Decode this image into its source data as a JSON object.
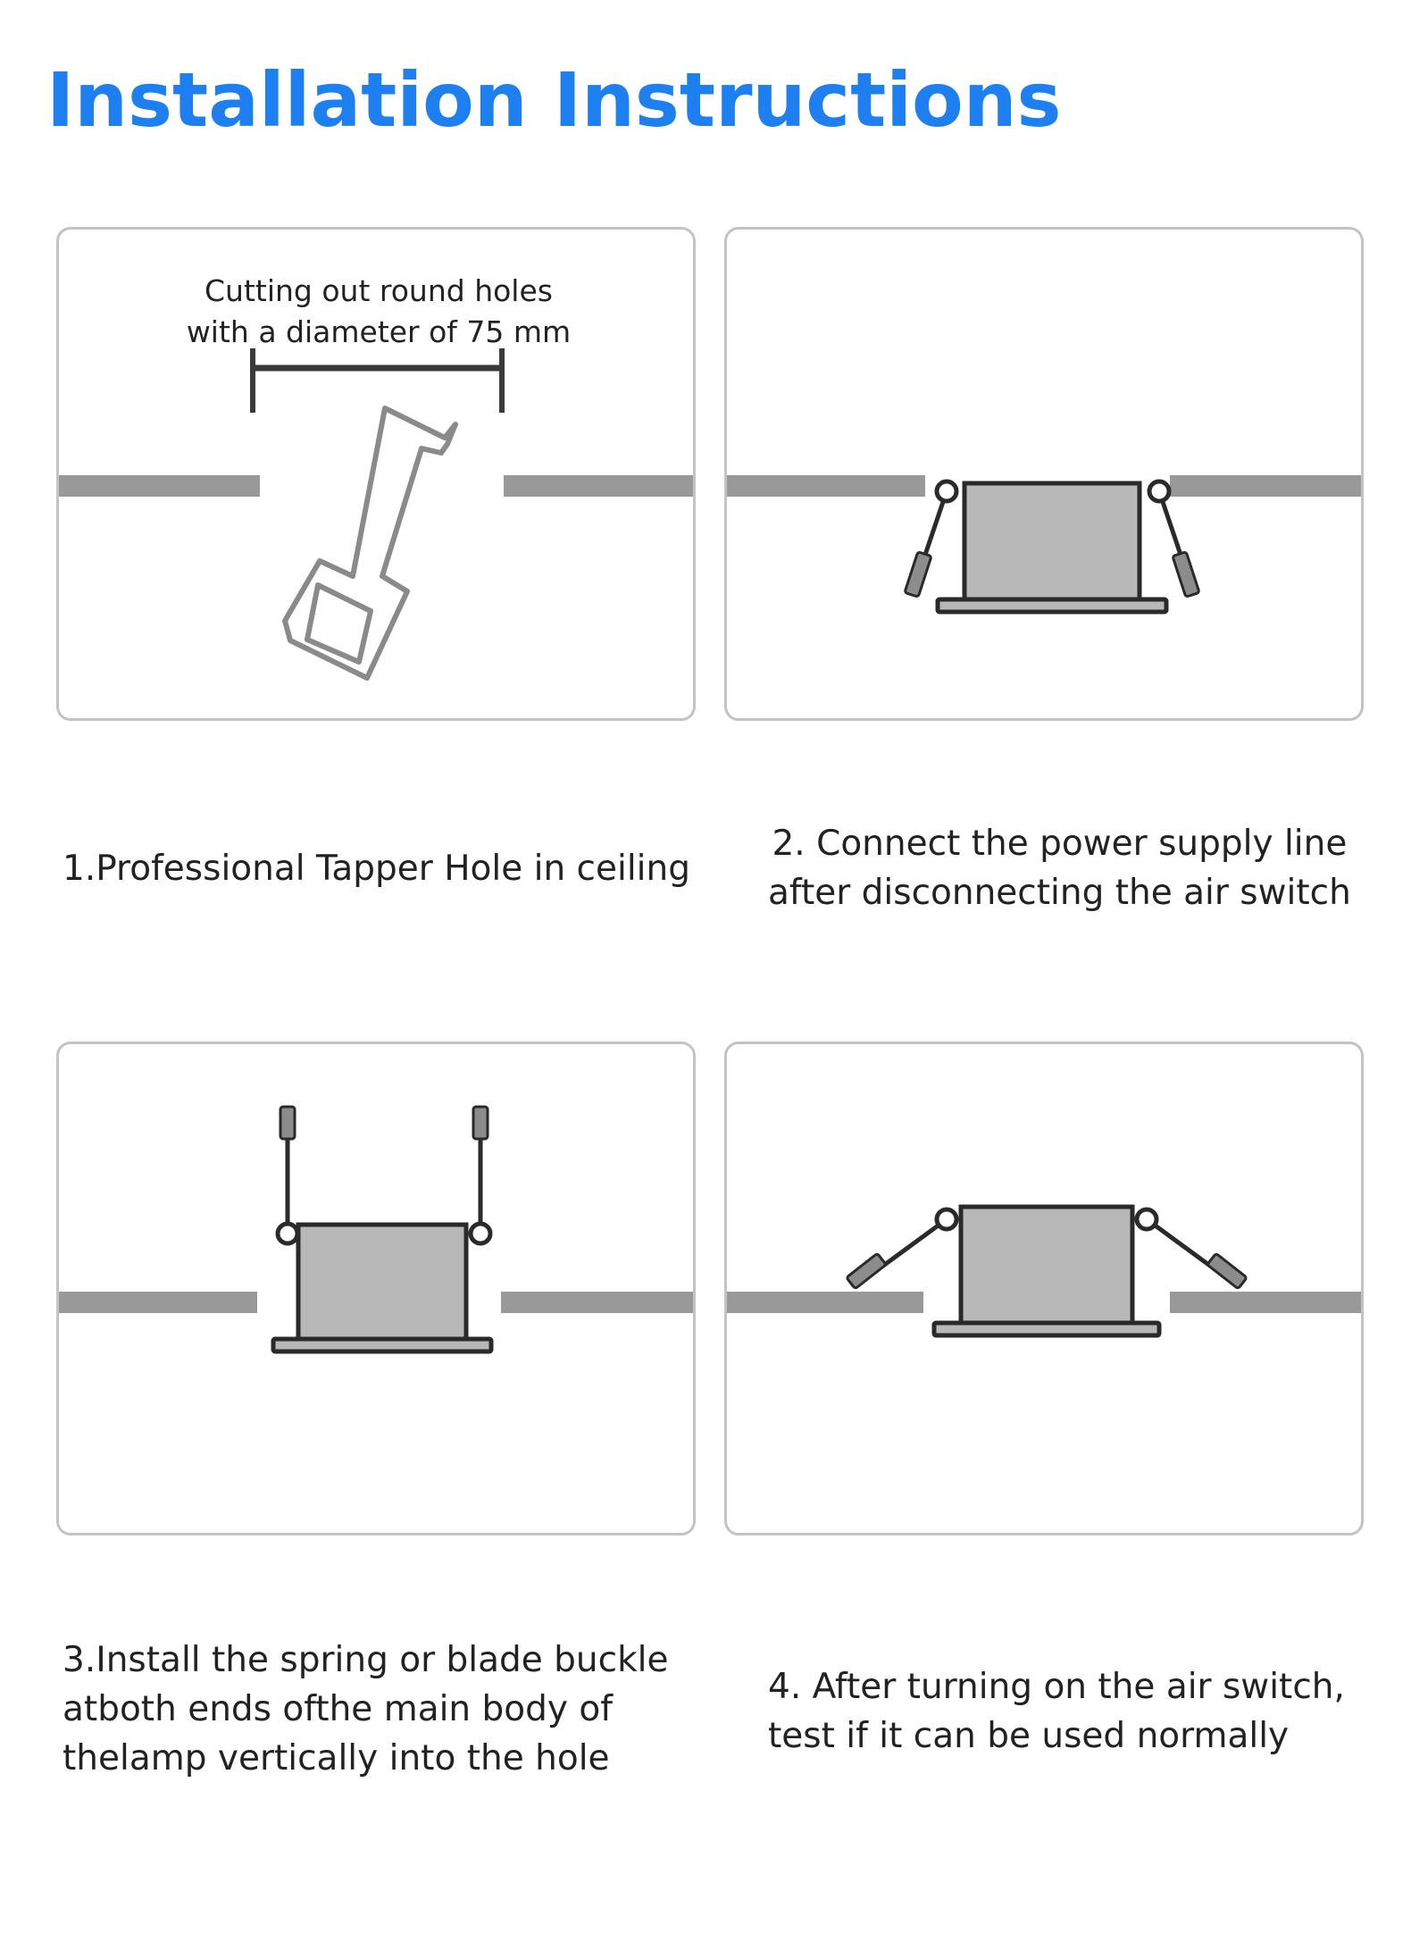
{
  "page": {
    "title": "Installation Instructions"
  },
  "steps": [
    {
      "annotation_lines": [
        "Cutting out round holes",
        "with a diameter of 75 mm"
      ],
      "caption_lines": [
        "1.Professional Tapper Hole in ceiling"
      ]
    },
    {
      "caption_lines": [
        "2. Connect the power supply line",
        "after disconnecting the air switch"
      ]
    },
    {
      "caption_lines": [
        "3.Install the spring or blade buckle",
        "atboth ends ofthe main body of",
        "thelamp vertically into the hole"
      ]
    },
    {
      "caption_lines": [
        "4. After turning on the air switch,",
        "test if it can be used normally"
      ]
    }
  ],
  "colors": {
    "title": "#1e7ff0",
    "ceiling": "#999999",
    "lamp_body": "#b8b8b8",
    "outline": "#2a2a2a",
    "panel_border": "#c3c3c3"
  },
  "icons": [
    "saw-icon",
    "downlight-icon",
    "spring-clip-icon"
  ]
}
